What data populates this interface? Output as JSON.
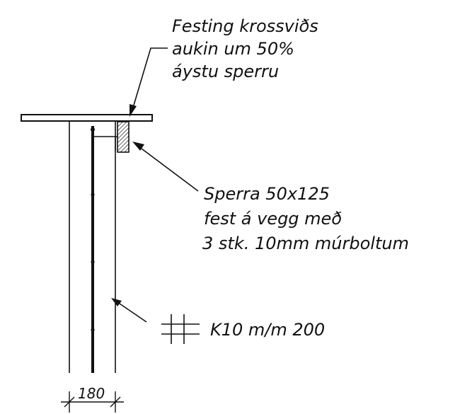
{
  "annotations": {
    "top_note": {
      "line1": "Festing krossviðs",
      "line2": "aukin um 50%",
      "line3": "áystu sperru"
    },
    "rafter_note": {
      "line1": "Sperra 50x125",
      "line2": "fest á vegg með",
      "line3": "3 stk. 10mm múrboltum"
    },
    "rebar_note": {
      "label": "K10 m/m 200"
    },
    "dimension": {
      "label": "180"
    }
  },
  "colors": {
    "ink": "#111111",
    "paper": "#ffffff"
  }
}
